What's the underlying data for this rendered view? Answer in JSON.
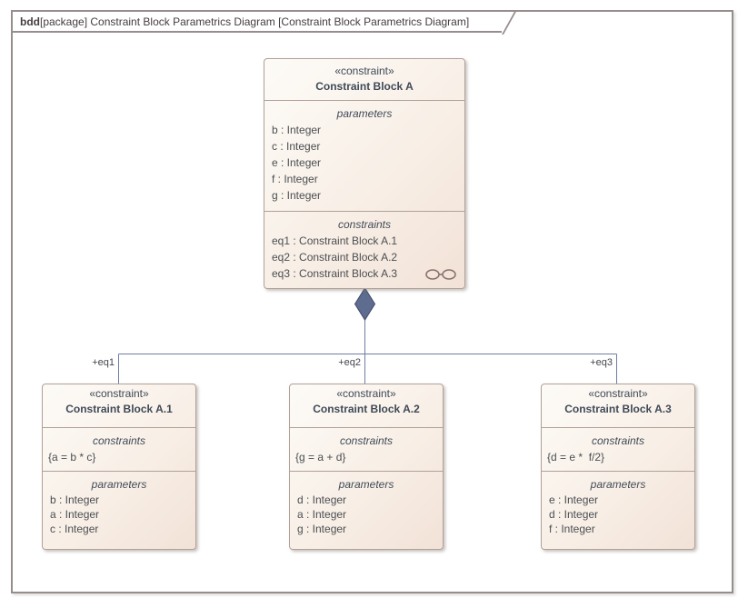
{
  "frame": {
    "keyword": "bdd",
    "title_rest": "[package] Constraint Block Parametrics Diagram [Constraint Block Parametrics Diagram]"
  },
  "colors": {
    "frame_border": "#978d8d",
    "block_border": "#b1a098",
    "block_fill_light": "#fdfbf7",
    "block_fill_dark": "#f2e2d7",
    "text": "#3f4a57",
    "connector": "#6e7ea0",
    "diamond_fill": "#5d6c8f"
  },
  "icons": {
    "constraints_indicator": "spectacles-icon"
  },
  "blocks": {
    "parent": {
      "stereotype": "«constraint»",
      "name": "Constraint Block A",
      "parameters_label": "parameters",
      "parameters": [
        "b : Integer",
        "c : Integer",
        "e : Integer",
        "f : Integer",
        "g : Integer"
      ],
      "constraints_label": "constraints",
      "constraints": [
        "eq1 : Constraint Block A.1",
        "eq2 : Constraint Block A.2",
        "eq3 : Constraint Block A.3"
      ]
    },
    "children": [
      {
        "role": "+eq1",
        "stereotype": "«constraint»",
        "name": "Constraint Block A.1",
        "constraints_label": "constraints",
        "constraint_expr": "{a = b * c}",
        "parameters_label": "parameters",
        "parameters": [
          "b : Integer",
          "a : Integer",
          "c : Integer"
        ]
      },
      {
        "role": "+eq2",
        "stereotype": "«constraint»",
        "name": "Constraint Block A.2",
        "constraints_label": "constraints",
        "constraint_expr": "{g = a + d}",
        "parameters_label": "parameters",
        "parameters": [
          "d : Integer",
          "a : Integer",
          "g : Integer"
        ]
      },
      {
        "role": "+eq3",
        "stereotype": "«constraint»",
        "name": "Constraint Block A.3",
        "constraints_label": "constraints",
        "constraint_expr": "{d = e *  f/2}",
        "parameters_label": "parameters",
        "parameters": [
          "e : Integer",
          "d : Integer",
          "f : Integer"
        ]
      }
    ]
  }
}
